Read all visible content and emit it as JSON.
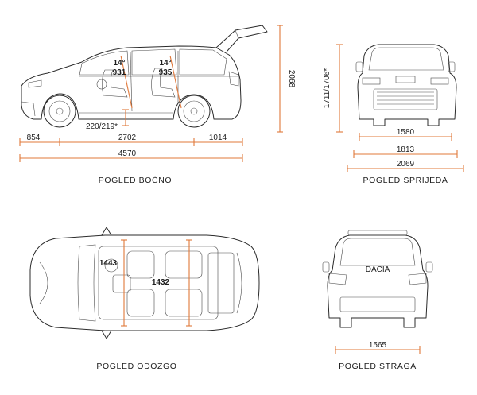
{
  "views": {
    "side": "POGLED BOČNO",
    "front": "POGLED SPRIJEDA",
    "top": "POGLED ODOZGO",
    "rear": "POGLED STRAGA"
  },
  "side": {
    "angle_front": "14°",
    "angle_front_val": "931",
    "angle_rear": "14°",
    "angle_rear_val": "935",
    "ground_clearance": "220/219*",
    "front_overhang": "854",
    "wheelbase": "2702",
    "rear_overhang": "1014",
    "length": "4570",
    "height_open_tailgate": "2068"
  },
  "front": {
    "height": "1711/1706*",
    "track": "1580",
    "body_width": "1813",
    "width_mirrors": "2069"
  },
  "top": {
    "width_front": "1443",
    "width_rear": "1432"
  },
  "rear": {
    "track": "1565",
    "badge": "DACIA"
  },
  "colors": {
    "dimension_line": "#e0783a",
    "outline": "#2b2b2b"
  }
}
